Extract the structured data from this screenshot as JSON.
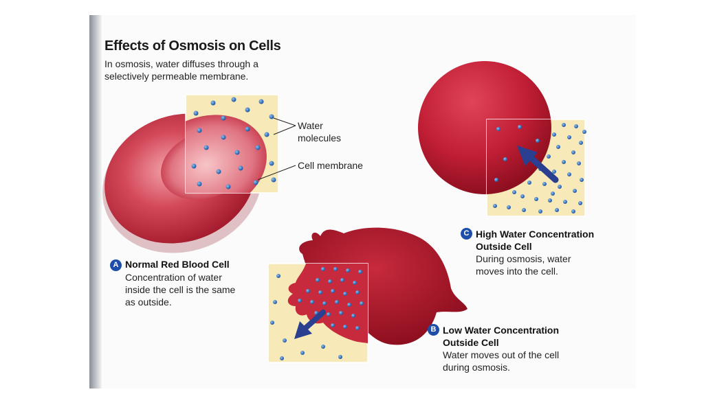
{
  "title": "Effects of Osmosis on Cells",
  "subtitle": "In osmosis, water diffuses through a selectively permeable membrane.",
  "labels": {
    "water": "Water molecules",
    "membrane": "Cell membrane"
  },
  "captions": {
    "a": {
      "badge": "A",
      "heading": "Normal Red Blood Cell",
      "text": "Concentration of water inside the cell is the same as outside."
    },
    "b": {
      "badge": "B",
      "heading": "Low Water Concentration Outside Cell",
      "text": "Water moves out of the cell during osmosis."
    },
    "c": {
      "badge": "C",
      "heading": "High Water Concentration Outside Cell",
      "text": "During osmosis, water moves into the cell."
    }
  },
  "colors": {
    "cell": "#c8243a",
    "fluid": "#f7e9b8",
    "molecule": "#2f6fb7",
    "badge": "#1f4ea8"
  }
}
